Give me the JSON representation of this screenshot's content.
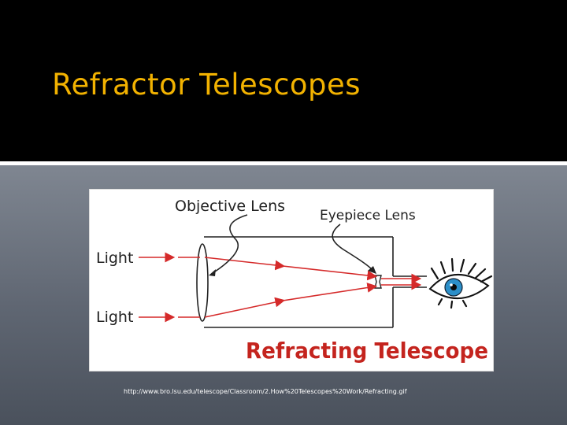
{
  "slide": {
    "title": "Refractor Telescopes",
    "caption": "http://www.bro.lsu.edu/telescope/Classroom/2.How%20Telescopes%20Work/Refracting.gif"
  },
  "diagram": {
    "objective_label": "Objective Lens",
    "eyepiece_label": "Eyepiece Lens",
    "light_label_top": "Light",
    "light_label_bottom": "Light",
    "banner": "Refracting Telescope"
  },
  "colors": {
    "title": "#f2b200",
    "ray": "#d52a2a",
    "banner": "#c4241e",
    "iris": "#2c8fc9"
  }
}
